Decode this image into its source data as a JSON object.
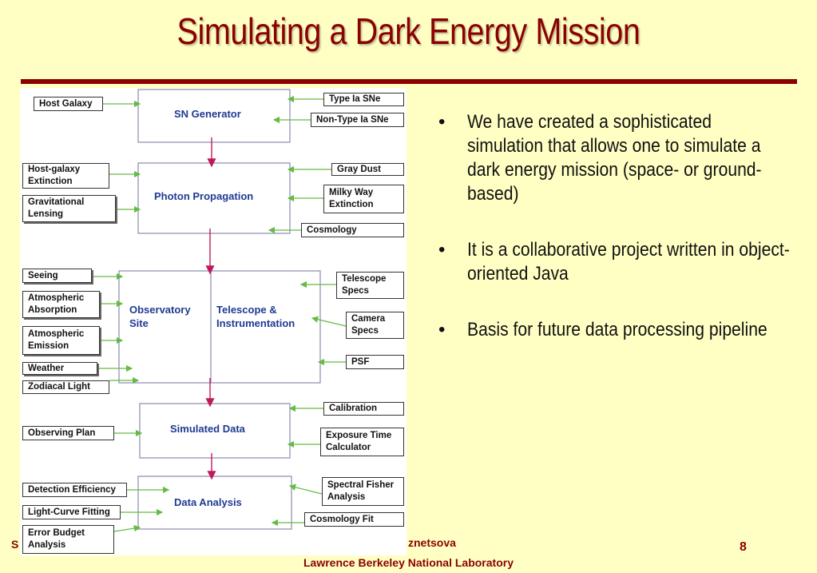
{
  "title": "Simulating a Dark Energy Mission",
  "diagram": {
    "stages": {
      "sn_generator": "SN Generator",
      "photon_propagation": "Photon Propagation",
      "observatory_site": "Observatory\nSite",
      "telescope_instrumentation": "Telescope &\nInstrumentation",
      "simulated_data": "Simulated Data",
      "data_analysis": "Data Analysis"
    },
    "inputs": {
      "host_galaxy": "Host Galaxy",
      "type_ia": "Type Ia SNe",
      "non_type_ia": "Non-Type Ia SNe",
      "host_galaxy_extinction": "Host-galaxy\nExtinction",
      "gravitational_lensing": "Gravitational\nLensing",
      "gray_dust": "Gray Dust",
      "milky_way_extinction": "Milky Way\nExtinction",
      "cosmology": "Cosmology",
      "seeing": "Seeing",
      "atmospheric_absorption": "Atmospheric\nAbsorption",
      "atmospheric_emission": "Atmospheric\nEmission",
      "weather": "Weather",
      "zodiacal_light": "Zodiacal Light",
      "telescope_specs": "Telescope\nSpecs",
      "camera_specs": "Camera\nSpecs",
      "psf": "PSF",
      "calibration": "Calibration",
      "observing_plan": "Observing Plan",
      "exposure_time_calculator": "Exposure Time\nCalculator",
      "detection_efficiency": "Detection Efficiency",
      "light_curve_fitting": "Light-Curve Fitting",
      "error_budget_analysis": "Error Budget\nAnalysis",
      "spectral_fisher_analysis": "Spectral Fisher\nAnalysis",
      "cosmology_fit": "Cosmology Fit"
    }
  },
  "bullets": [
    "We have created a sophisticated simulation that allows one to simulate a dark energy mission (space- or ground- based)",
    "It is a collaborative project written in object-oriented Java",
    "Basis for future data processing pipeline"
  ],
  "footer": {
    "left_fragment": "S",
    "right_fragment": "znetsova",
    "lab": "Lawrence Berkeley National Laboratory",
    "page": "8"
  },
  "colors": {
    "title": "#8b0000",
    "background": "#ffffc4",
    "flow_arrow": "#c2185b",
    "input_arrow": "#66bb44",
    "stage_text": "#1f3a93"
  }
}
